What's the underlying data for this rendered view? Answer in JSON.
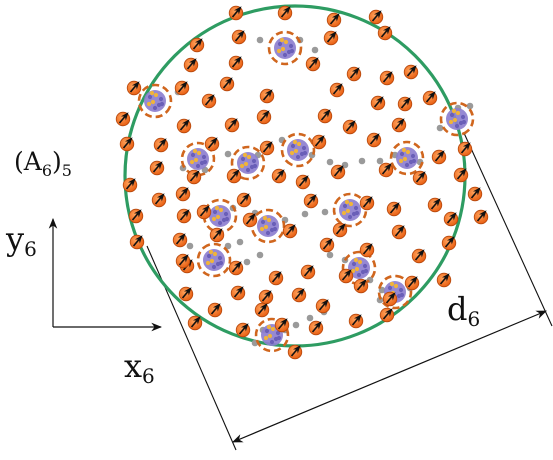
{
  "labels": {
    "group": {
      "base": "(A",
      "sub1": "6",
      "close": ")",
      "sub2": "5"
    },
    "y_axis": {
      "base": "y",
      "sub": "6"
    },
    "x_axis": {
      "base": "x",
      "sub": "6"
    },
    "diameter": {
      "base": "d",
      "sub": "6"
    }
  },
  "colors": {
    "boundary": "#2e9c62",
    "electron": "#f26a16",
    "electron_dark": "#b5470c",
    "spin_arrow": "#111111",
    "nucleus_core": "#8d7fcf",
    "nucleus_dot": "#f0b43a",
    "nucleus_ring": "#d0661e",
    "bond_dot": "#9a9a9a",
    "dimension_line": "#111111"
  },
  "icons": {
    "electron": "orange-sphere-with-spin-arrow",
    "nucleus": "purple-cluster-with-orange-ring",
    "bond": "gray-dot"
  }
}
